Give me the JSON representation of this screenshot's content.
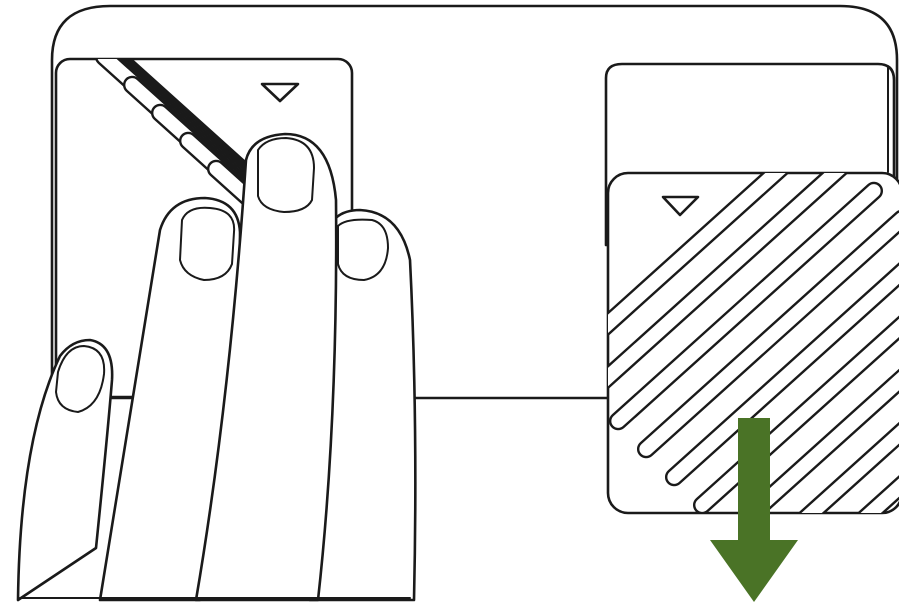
{
  "illustration": {
    "pad_count": 2,
    "colors": {
      "line": "#1a1a1a",
      "background": "#ffffff",
      "arrow": "#4a7326"
    },
    "icons": [
      "holder-frame",
      "left-adhesive-pad",
      "right-adhesive-pad",
      "triangle-marker-icon",
      "hand-icon",
      "down-arrow-icon"
    ],
    "arrow_direction": "down"
  }
}
